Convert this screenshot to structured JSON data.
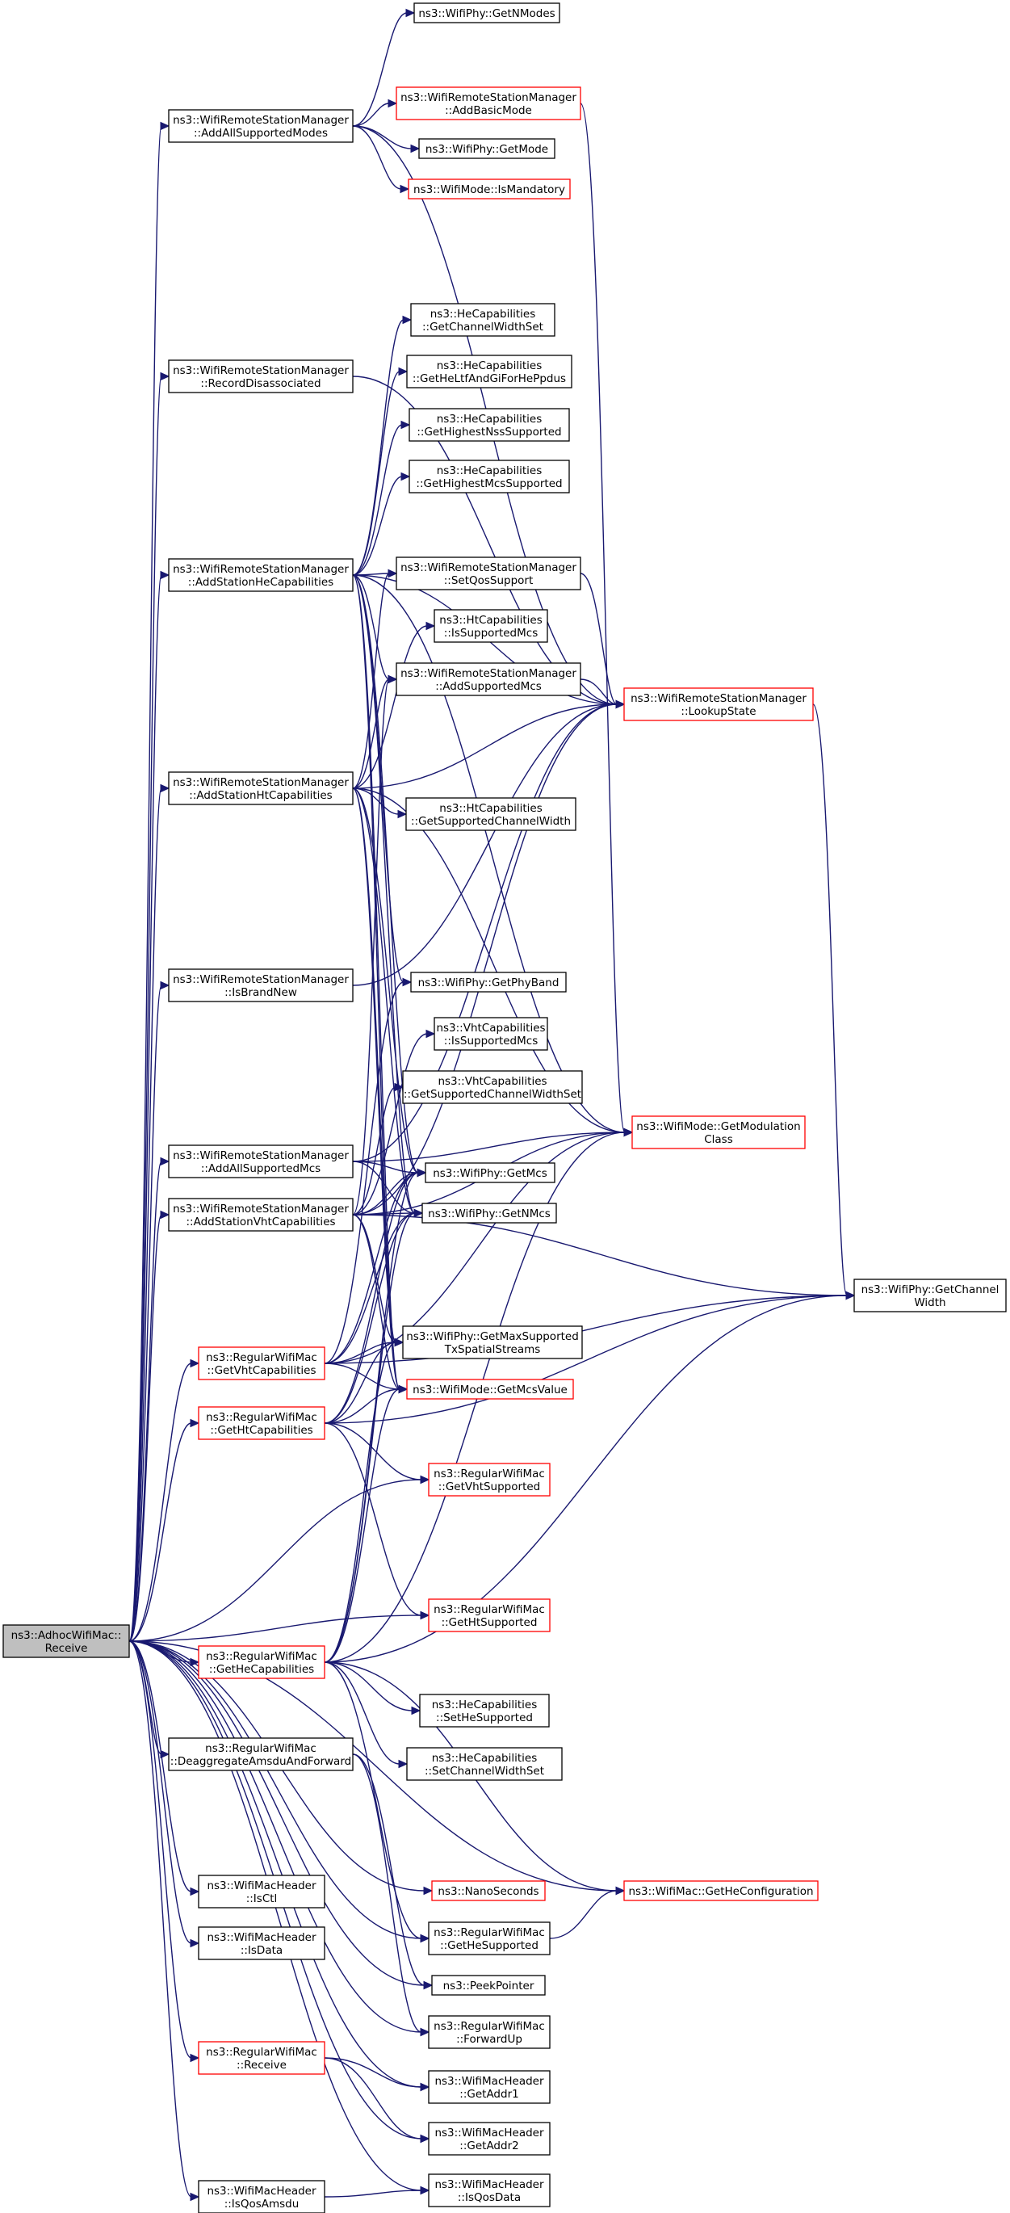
{
  "colors": {
    "edge": "#191970",
    "node_border": "#000000",
    "node_border_truncated": "#ff0000",
    "root_fill": "#bfbfbf",
    "node_fill": "#ffffff"
  },
  "nodes": [
    {
      "id": "root",
      "lines": [
        "ns3::AdhocWifiMac::",
        "Receive"
      ],
      "root": true
    },
    {
      "id": "addAllModes",
      "lines": [
        "ns3::WifiRemoteStationManager",
        "::AddAllSupportedModes"
      ]
    },
    {
      "id": "recordDisassoc",
      "lines": [
        "ns3::WifiRemoteStationManager",
        "::RecordDisassociated"
      ]
    },
    {
      "id": "addHe",
      "lines": [
        "ns3::WifiRemoteStationManager",
        "::AddStationHeCapabilities"
      ]
    },
    {
      "id": "addHt",
      "lines": [
        "ns3::WifiRemoteStationManager",
        "::AddStationHtCapabilities"
      ]
    },
    {
      "id": "isBrandNew",
      "lines": [
        "ns3::WifiRemoteStationManager",
        "::IsBrandNew"
      ]
    },
    {
      "id": "addAllMcs",
      "lines": [
        "ns3::WifiRemoteStationManager",
        "::AddAllSupportedMcs"
      ]
    },
    {
      "id": "addVht",
      "lines": [
        "ns3::WifiRemoteStationManager",
        "::AddStationVhtCapabilities"
      ]
    },
    {
      "id": "getVhtCap",
      "lines": [
        "ns3::RegularWifiMac",
        "::GetVhtCapabilities"
      ],
      "truncated": true
    },
    {
      "id": "getHtCap",
      "lines": [
        "ns3::RegularWifiMac",
        "::GetHtCapabilities"
      ],
      "truncated": true
    },
    {
      "id": "getHeCap",
      "lines": [
        "ns3::RegularWifiMac",
        "::GetHeCapabilities"
      ],
      "truncated": true
    },
    {
      "id": "deaggregate",
      "lines": [
        "ns3::RegularWifiMac",
        "::DeaggregateAmsduAndForward"
      ]
    },
    {
      "id": "isCtl",
      "lines": [
        "ns3::WifiMacHeader",
        "::IsCtl"
      ]
    },
    {
      "id": "isData",
      "lines": [
        "ns3::WifiMacHeader",
        "::IsData"
      ]
    },
    {
      "id": "regReceive",
      "lines": [
        "ns3::RegularWifiMac",
        "::Receive"
      ],
      "truncated": true
    },
    {
      "id": "isQosAmsdu",
      "lines": [
        "ns3::WifiMacHeader",
        "::IsQosAmsdu"
      ]
    },
    {
      "id": "getNModes",
      "lines": [
        "ns3::WifiPhy::GetNModes"
      ]
    },
    {
      "id": "addBasicMode",
      "lines": [
        "ns3::WifiRemoteStationManager",
        "::AddBasicMode"
      ],
      "truncated": true
    },
    {
      "id": "getMode",
      "lines": [
        "ns3::WifiPhy::GetMode"
      ]
    },
    {
      "id": "isMandatory",
      "lines": [
        "ns3::WifiMode::IsMandatory"
      ],
      "truncated": true
    },
    {
      "id": "heGetChanWidth",
      "lines": [
        "ns3::HeCapabilities",
        "::GetChannelWidthSet"
      ]
    },
    {
      "id": "heGetLtf",
      "lines": [
        "ns3::HeCapabilities",
        "::GetHeLtfAndGiForHePpdus"
      ]
    },
    {
      "id": "heGetNss",
      "lines": [
        "ns3::HeCapabilities",
        "::GetHighestNssSupported"
      ]
    },
    {
      "id": "heGetMcs",
      "lines": [
        "ns3::HeCapabilities",
        "::GetHighestMcsSupported"
      ]
    },
    {
      "id": "setQos",
      "lines": [
        "ns3::WifiRemoteStationManager",
        "::SetQosSupport"
      ]
    },
    {
      "id": "htIsMcs",
      "lines": [
        "ns3::HtCapabilities",
        "::IsSupportedMcs"
      ]
    },
    {
      "id": "addSupMcs",
      "lines": [
        "ns3::WifiRemoteStationManager",
        "::AddSupportedMcs"
      ]
    },
    {
      "id": "htGetChanWidth",
      "lines": [
        "ns3::HtCapabilities",
        "::GetSupportedChannelWidth"
      ]
    },
    {
      "id": "getPhyBand",
      "lines": [
        "ns3::WifiPhy::GetPhyBand"
      ]
    },
    {
      "id": "vhtIsMcs",
      "lines": [
        "ns3::VhtCapabilities",
        "::IsSupportedMcs"
      ]
    },
    {
      "id": "vhtGetChanWidth",
      "lines": [
        "ns3::VhtCapabilities",
        "::GetSupportedChannelWidthSet"
      ]
    },
    {
      "id": "getMcs",
      "lines": [
        "ns3::WifiPhy::GetMcs"
      ]
    },
    {
      "id": "getNMcs",
      "lines": [
        "ns3::WifiPhy::GetNMcs"
      ]
    },
    {
      "id": "getMaxStreams",
      "lines": [
        "ns3::WifiPhy::GetMaxSupported",
        "TxSpatialStreams"
      ]
    },
    {
      "id": "getMcsValue",
      "lines": [
        "ns3::WifiMode::GetMcsValue"
      ],
      "truncated": true
    },
    {
      "id": "getVhtSup",
      "lines": [
        "ns3::RegularWifiMac",
        "::GetVhtSupported"
      ],
      "truncated": true
    },
    {
      "id": "getHtSup",
      "lines": [
        "ns3::RegularWifiMac",
        "::GetHtSupported"
      ],
      "truncated": true
    },
    {
      "id": "setHeSup",
      "lines": [
        "ns3::HeCapabilities",
        "::SetHeSupported"
      ]
    },
    {
      "id": "setChanWidthSet",
      "lines": [
        "ns3::HeCapabilities",
        "::SetChannelWidthSet"
      ]
    },
    {
      "id": "nanoSeconds",
      "lines": [
        "ns3::NanoSeconds"
      ],
      "truncated": true
    },
    {
      "id": "getHeSup",
      "lines": [
        "ns3::RegularWifiMac",
        "::GetHeSupported"
      ]
    },
    {
      "id": "peekPointer",
      "lines": [
        "ns3::PeekPointer"
      ]
    },
    {
      "id": "forwardUp",
      "lines": [
        "ns3::RegularWifiMac",
        "::ForwardUp"
      ]
    },
    {
      "id": "getAddr1",
      "lines": [
        "ns3::WifiMacHeader",
        "::GetAddr1"
      ]
    },
    {
      "id": "getAddr2",
      "lines": [
        "ns3::WifiMacHeader",
        "::GetAddr2"
      ]
    },
    {
      "id": "isQosData",
      "lines": [
        "ns3::WifiMacHeader",
        "::IsQosData"
      ]
    },
    {
      "id": "lookupState",
      "lines": [
        "ns3::WifiRemoteStationManager",
        "::LookupState"
      ],
      "truncated": true
    },
    {
      "id": "getModClass",
      "lines": [
        "ns3::WifiMode::GetModulation",
        "Class"
      ],
      "truncated": true
    },
    {
      "id": "getHeConfig",
      "lines": [
        "ns3::WifiMac::GetHeConfiguration"
      ],
      "truncated": true
    },
    {
      "id": "getChanWidth",
      "lines": [
        "ns3::WifiPhy::GetChannel",
        "Width"
      ]
    }
  ],
  "edges": [
    [
      "root",
      "addAllModes"
    ],
    [
      "root",
      "recordDisassoc"
    ],
    [
      "root",
      "addHe"
    ],
    [
      "root",
      "addHt"
    ],
    [
      "root",
      "isBrandNew"
    ],
    [
      "root",
      "addAllMcs"
    ],
    [
      "root",
      "addVht"
    ],
    [
      "root",
      "getVhtCap"
    ],
    [
      "root",
      "getHtCap"
    ],
    [
      "root",
      "getVhtSup"
    ],
    [
      "root",
      "getHtSup"
    ],
    [
      "root",
      "getHeCap"
    ],
    [
      "root",
      "deaggregate"
    ],
    [
      "root",
      "nanoSeconds"
    ],
    [
      "root",
      "getHeSup"
    ],
    [
      "root",
      "peekPointer"
    ],
    [
      "root",
      "forwardUp"
    ],
    [
      "root",
      "isCtl"
    ],
    [
      "root",
      "isData"
    ],
    [
      "root",
      "regReceive"
    ],
    [
      "root",
      "getAddr1"
    ],
    [
      "root",
      "getAddr2"
    ],
    [
      "root",
      "isQosAmsdu"
    ],
    [
      "root",
      "isQosData"
    ],
    [
      "root",
      "getHeConfig"
    ],
    [
      "addAllModes",
      "getNModes"
    ],
    [
      "addAllModes",
      "addBasicMode"
    ],
    [
      "addAllModes",
      "getMode"
    ],
    [
      "addAllModes",
      "isMandatory"
    ],
    [
      "addAllModes",
      "lookupState"
    ],
    [
      "addBasicMode",
      "getModClass"
    ],
    [
      "recordDisassoc",
      "lookupState"
    ],
    [
      "addHe",
      "heGetChanWidth"
    ],
    [
      "addHe",
      "heGetLtf"
    ],
    [
      "addHe",
      "heGetNss"
    ],
    [
      "addHe",
      "heGetMcs"
    ],
    [
      "addHe",
      "setQos"
    ],
    [
      "addHe",
      "addSupMcs"
    ],
    [
      "addHe",
      "lookupState"
    ],
    [
      "addHe",
      "getModClass"
    ],
    [
      "addHe",
      "getMcs"
    ],
    [
      "addHe",
      "getNMcs"
    ],
    [
      "addHe",
      "getPhyBand"
    ],
    [
      "addHe",
      "getMaxStreams"
    ],
    [
      "addHe",
      "getMcsValue"
    ],
    [
      "addHt",
      "setQos"
    ],
    [
      "addHt",
      "htIsMcs"
    ],
    [
      "addHt",
      "addSupMcs"
    ],
    [
      "addHt",
      "lookupState"
    ],
    [
      "addHt",
      "htGetChanWidth"
    ],
    [
      "addHt",
      "getModClass"
    ],
    [
      "addHt",
      "getMcs"
    ],
    [
      "addHt",
      "getNMcs"
    ],
    [
      "addHt",
      "getMaxStreams"
    ],
    [
      "addHt",
      "getMcsValue"
    ],
    [
      "isBrandNew",
      "lookupState"
    ],
    [
      "addAllMcs",
      "lookupState"
    ],
    [
      "addAllMcs",
      "getMcs"
    ],
    [
      "addAllMcs",
      "getNMcs"
    ],
    [
      "addVht",
      "addSupMcs"
    ],
    [
      "addVht",
      "lookupState"
    ],
    [
      "addVht",
      "vhtIsMcs"
    ],
    [
      "addVht",
      "vhtGetChanWidth"
    ],
    [
      "addVht",
      "getModClass"
    ],
    [
      "addVht",
      "getMcs"
    ],
    [
      "addVht",
      "getNMcs"
    ],
    [
      "addVht",
      "getMaxStreams"
    ],
    [
      "addVht",
      "getMcsValue"
    ],
    [
      "getVhtCap",
      "getPhyBand"
    ],
    [
      "getVhtCap",
      "getChanWidth"
    ],
    [
      "getVhtCap",
      "getMcs"
    ],
    [
      "getVhtCap",
      "getNMcs"
    ],
    [
      "getVhtCap",
      "getMaxStreams"
    ],
    [
      "getVhtCap",
      "getMcsValue"
    ],
    [
      "getVhtCap",
      "getModClass"
    ],
    [
      "getHtCap",
      "getChanWidth"
    ],
    [
      "getHtCap",
      "getMcs"
    ],
    [
      "getHtCap",
      "getNMcs"
    ],
    [
      "getHtCap",
      "getMaxStreams"
    ],
    [
      "getHtCap",
      "getMcsValue"
    ],
    [
      "getHtCap",
      "getHtSup"
    ],
    [
      "getHtCap",
      "getVhtSup"
    ],
    [
      "getHeCap",
      "getChanWidth"
    ],
    [
      "getHeCap",
      "getMcs"
    ],
    [
      "getHeCap",
      "getNMcs"
    ],
    [
      "getHeCap",
      "getMaxStreams"
    ],
    [
      "getHeCap",
      "getMcsValue"
    ],
    [
      "getHeCap",
      "setHeSup"
    ],
    [
      "getHeCap",
      "setChanWidthSet"
    ],
    [
      "getHeCap",
      "getModClass"
    ],
    [
      "getHeCap",
      "getHeConfig"
    ],
    [
      "getHeCap",
      "getHeSup"
    ],
    [
      "deaggregate",
      "forwardUp"
    ],
    [
      "deaggregate",
      "peekPointer"
    ],
    [
      "regReceive",
      "getAddr1"
    ],
    [
      "regReceive",
      "getAddr2"
    ],
    [
      "isQosAmsdu",
      "isQosData"
    ],
    [
      "setQos",
      "lookupState"
    ],
    [
      "addSupMcs",
      "lookupState"
    ],
    [
      "addAllMcs",
      "getModClass"
    ],
    [
      "getHeSup",
      "getHeConfig"
    ],
    [
      "lookupState",
      "getChanWidth"
    ],
    [
      "addVht",
      "getChanWidth"
    ]
  ]
}
